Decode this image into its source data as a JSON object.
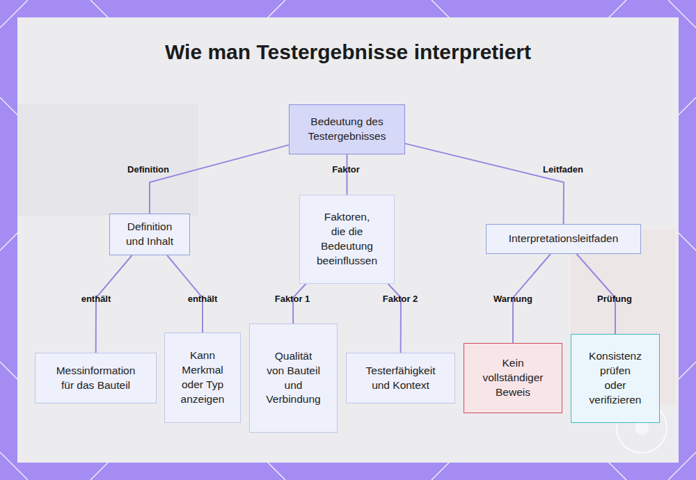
{
  "diagram": {
    "title": "Wie man Testergebnisse interpretiert",
    "nodes": [
      {
        "text": [
          "Bedeutung des Testergebnisses"
        ]
      },
      {
        "text": [
          "Definition und Inhalt"
        ]
      },
      {
        "text": [
          "Faktoren, die die Bedeutung beeinflussen"
        ]
      },
      {
        "text": [
          "Interpretationsleitfaden"
        ]
      },
      {
        "text": [
          "Messinformation für das Bauteil"
        ]
      },
      {
        "text": [
          "Kann Merkmal oder Typ anzeigen"
        ]
      },
      {
        "text": [
          "Qualität von Bauteil und Verbindung"
        ]
      },
      {
        "text": [
          "Testerfähigkeit und Kontext"
        ]
      },
      {
        "text": [
          "Kein vollständiger Beweis"
        ]
      },
      {
        "text": [
          "Konsistenz prüfen oder verifizieren"
        ]
      }
    ],
    "edges": [
      {
        "from": 0,
        "to": 1,
        "label": "Definition",
        "arrow": "none"
      },
      {
        "from": 0,
        "to": 2,
        "label": "Faktor",
        "arrow": "none"
      },
      {
        "from": 0,
        "to": 3,
        "label": "Leitfaden",
        "arrow": "none"
      },
      {
        "from": 1,
        "to": 4,
        "label": "enthält",
        "arrow": "none"
      },
      {
        "from": 1,
        "to": 5,
        "label": "enthält",
        "arrow": "none"
      },
      {
        "from": 2,
        "to": 6,
        "label": "Faktor 1",
        "arrow": "none"
      },
      {
        "from": 2,
        "to": 7,
        "label": "Faktor 2",
        "arrow": "none"
      },
      {
        "from": 3,
        "to": 8,
        "label": "Warnung",
        "arrow": "none"
      },
      {
        "from": 3,
        "to": 9,
        "label": "Prüfung",
        "arrow": "none"
      }
    ]
  }
}
